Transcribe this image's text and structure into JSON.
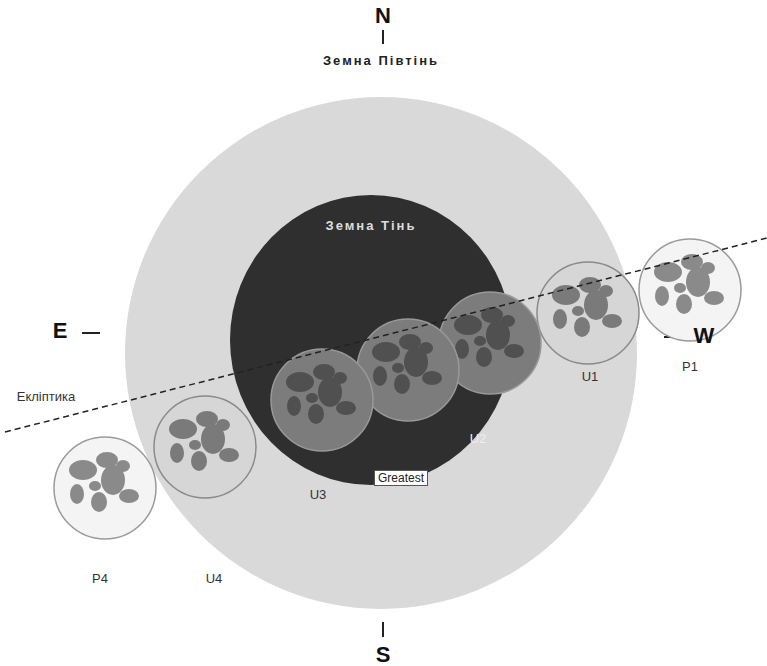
{
  "diagram": {
    "nodes": [
      {
        "text": [
          "Земна Півтінь"
        ]
      },
      {
        "text": [
          "Земна Тінь"
        ],
        "in": 0
      }
    ],
    "labels": [
      "N",
      "E",
      "W",
      "S",
      "Екліптика",
      "P1",
      "U1",
      "U2",
      "Greatest",
      "U3",
      "U4",
      "P4"
    ]
  }
}
